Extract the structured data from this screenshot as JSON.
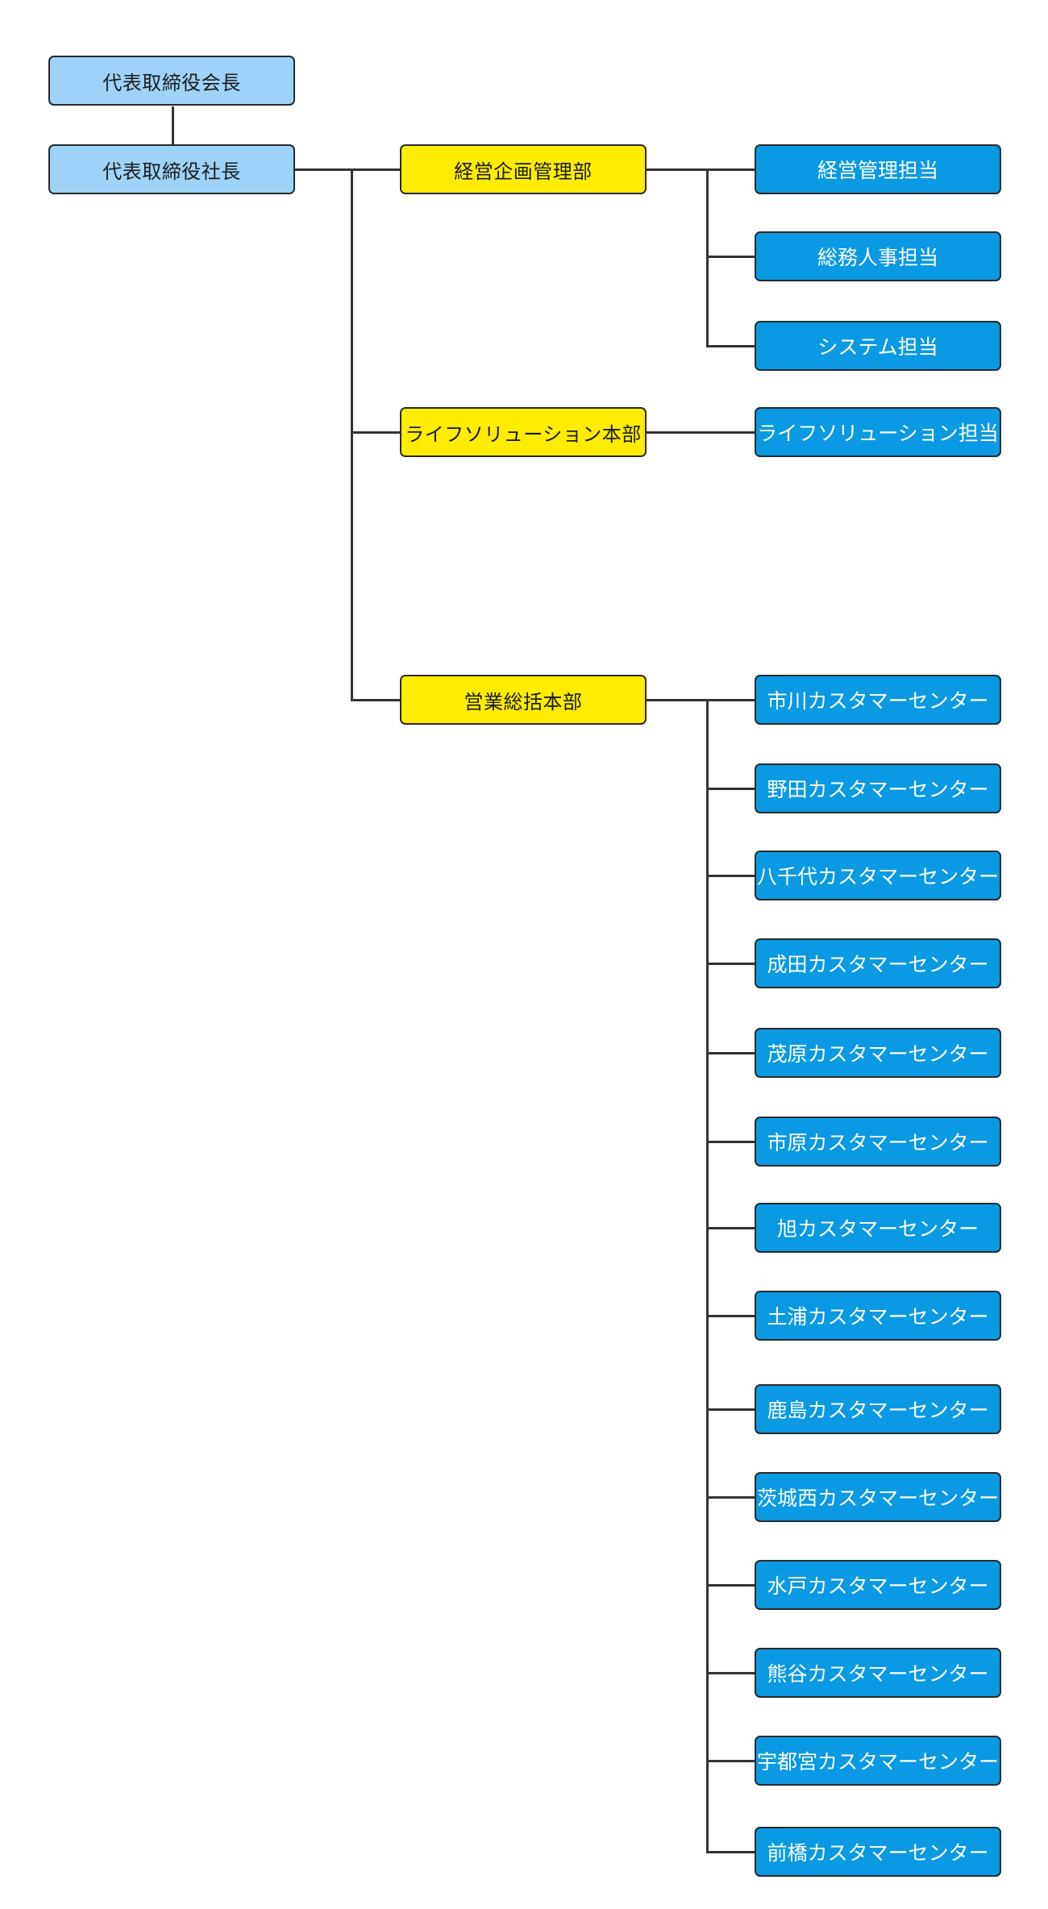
{
  "executives": [
    {
      "label": "代表取締役会長"
    },
    {
      "label": "代表取締役社長"
    }
  ],
  "departments": [
    {
      "label": "経営企画管理部",
      "units": [
        "経営管理担当",
        "総務人事担当",
        "システム担当"
      ]
    },
    {
      "label": "ライフソリューション本部",
      "units": [
        "ライフソリューション担当"
      ]
    },
    {
      "label": "営業総括本部",
      "units": [
        "市川カスタマーセンター",
        "野田カスタマーセンター",
        "八千代カスタマーセンター",
        "成田カスタマーセンター",
        "茂原カスタマーセンター",
        "市原カスタマーセンター",
        "旭カスタマーセンター",
        "土浦カスタマーセンター",
        "鹿島カスタマーセンター",
        "茨城西カスタマーセンター",
        "水戸カスタマーセンター",
        "熊谷カスタマーセンター",
        "宇都宮カスタマーセンター",
        "前橋カスタマーセンター"
      ]
    }
  ],
  "colors": {
    "executive": "#9dd3f8",
    "department": "#ffec00",
    "unit": "#0a9ae4",
    "connector": "#333333"
  }
}
